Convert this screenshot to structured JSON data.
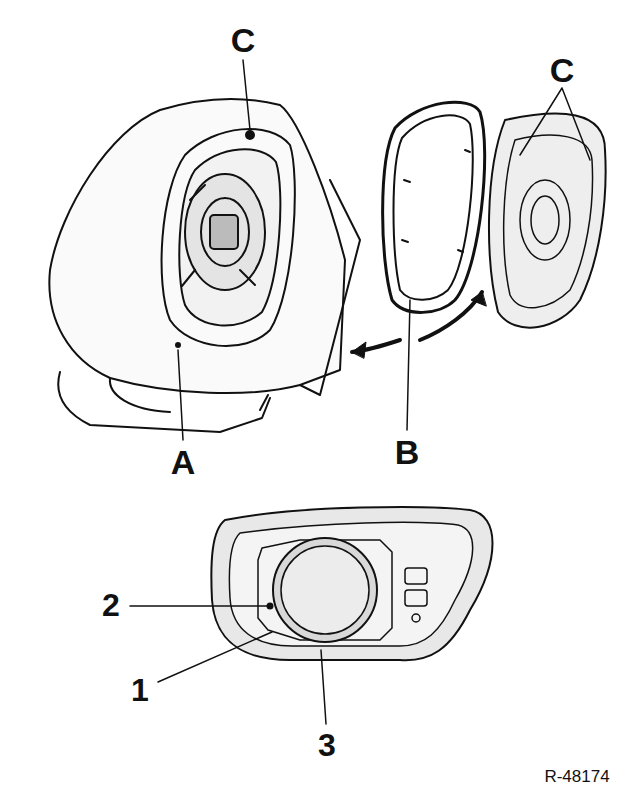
{
  "diagram": {
    "labels": [
      "C",
      "C",
      "A",
      "B",
      "2",
      "1",
      "3",
      "R-48174"
    ]
  }
}
